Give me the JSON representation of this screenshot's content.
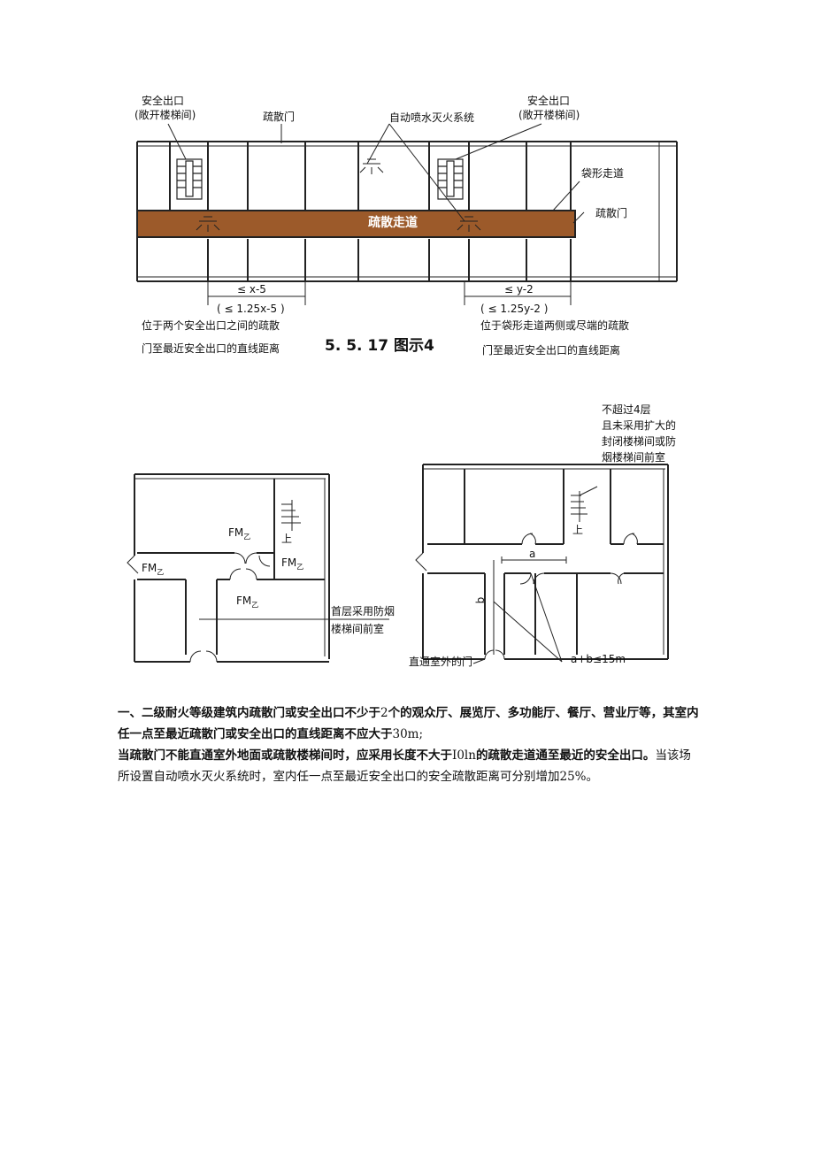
{
  "figure1": {
    "labels": {
      "exit_left_l1": "安全出口",
      "exit_left_l2": "(敞开楼梯间)",
      "door_top": "疏散门",
      "sprinkler": "自动喷水灭火系统",
      "exit_right_l1": "安全出口",
      "exit_right_l2": "(敞开楼梯间)",
      "dead_end": "袋形走道",
      "door_right": "疏散门",
      "corridor": "疏散走道",
      "dim_left_1": "≤ x-5",
      "dim_left_2": "( ≤ 1.25x-5 )",
      "dim_right_1": "≤ y-2",
      "dim_right_2": "( ≤ 1.25y-2 )",
      "note_left_1": "位于两个安全出口之间的疏散",
      "note_left_2": "门至最近安全出口的直线距离",
      "note_right_1": "位于袋形走道两侧或尽端的疏散",
      "note_right_2": "门至最近安全出口的直线距离",
      "caption": "5. 5. 17   图示4"
    },
    "colors": {
      "corridor_fill": "#9c5a2a",
      "line": "#222222"
    }
  },
  "figure2": {
    "labels": {
      "fm_top": "FM",
      "fm_left": "FM",
      "fm_right": "FM",
      "fm_bottom": "FM",
      "fm_sub": "乙",
      "up_mark": "上",
      "lobby_note_1": "首层采用防烟",
      "lobby_note_2": "楼梯间前室"
    }
  },
  "figure3": {
    "labels": {
      "note_1": "不超过4层",
      "note_2": "且未采用扩大的",
      "note_3": "封闭楼梯间或防",
      "note_4": "烟楼梯间前室",
      "dim_a": "a",
      "dim_b": "b",
      "up_mark": "上",
      "exit_door": "直通室外的门",
      "formula": "a+b≤15m"
    }
  },
  "text": {
    "para1_bold": "一、二级耐火等级建筑内疏散门或安全出口不少于",
    "para1_n": "2",
    "para1_rest": "个的观众厅、展览厅、多功能厅、餐厅、营业厅等，其室内任一点至最近疏散门或安全出口的直线距离不应大于",
    "para1_val": "30m;",
    "para2_bold": "当疏散门不能直通室外地面或疏散楼梯间时，应采用长度不大于",
    "para2_val": "I0ln",
    "para2_bold2": "的疏散走道通至最近的安全出口。",
    "para2_rest": "当该场所设置自动喷水灭火系统时，室内任一点至最近安全出口的安全疏散距离可分别增加25%。"
  }
}
